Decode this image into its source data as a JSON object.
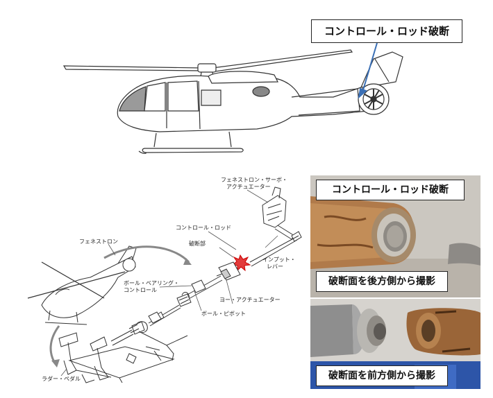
{
  "callouts": {
    "top": "コントロール・ロッド破断",
    "photo_top_title": "コントロール・ロッド破断",
    "photo_top_caption": "破断面を後方側から撮影",
    "photo_bottom_caption": "破断面を前方側から撮影"
  },
  "diagram_labels": {
    "fenestron": "フェネストロン",
    "servo_line1": "フェネストロン・サーボ・",
    "servo_line2": "アクチュエーター",
    "control_rod": "コントロール・ロッド",
    "fracture": "破断部",
    "input_line1": "インプット・",
    "input_line2": "レバー",
    "bearing_line1": "ボール・ベアリング・",
    "bearing_line2": "コントロール",
    "yaw_actuator": "ヨー・アクチュエーター",
    "ball_pivot": "ボール・ピボット",
    "rudder_pedal": "ラダー・ペダル"
  }
}
